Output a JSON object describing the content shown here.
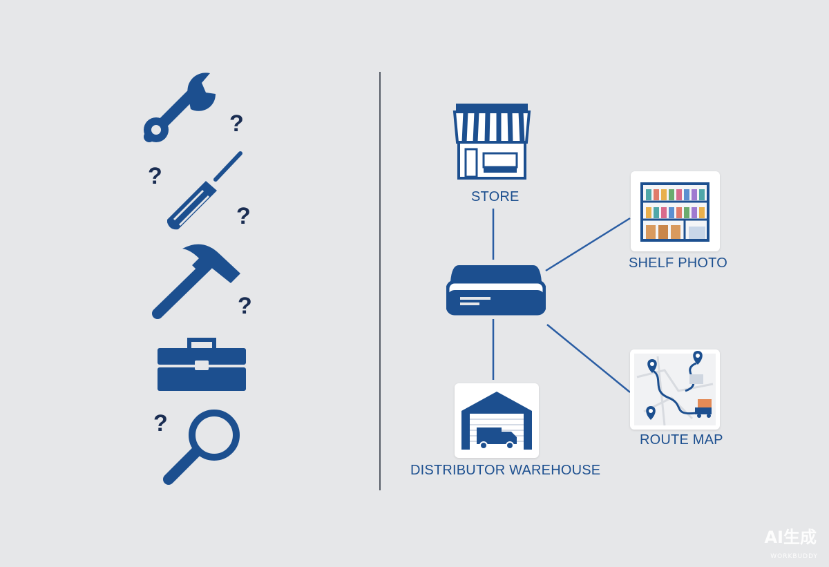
{
  "colors": {
    "background": "#e6e7e9",
    "primary_blue": "#1c4f8f",
    "line_blue": "#2a5da3"
  },
  "left_panel": {
    "tools": [
      {
        "name": "wrench-icon"
      },
      {
        "name": "screwdriver-icon"
      },
      {
        "name": "hammer-icon"
      },
      {
        "name": "toolbox-icon"
      },
      {
        "name": "magnifying-glass-icon"
      }
    ],
    "question_mark": "?"
  },
  "diagram": {
    "store_label": "STORE",
    "shelf_label": "SHELF PHOTO",
    "route_label": "ROUTE MAP",
    "warehouse_label": "DISTRIBUTOR WAREHOUSE"
  },
  "watermark": {
    "main": "AI生成",
    "sub": "WORKBUDDY"
  }
}
